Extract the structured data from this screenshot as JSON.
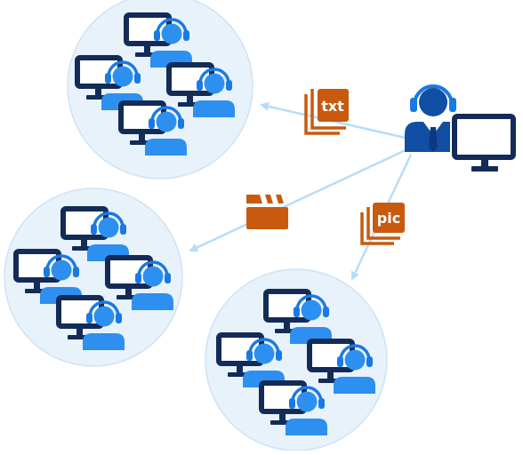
{
  "colors": {
    "background": "#ffffff",
    "group_fill": "#e8f2fb",
    "group_stroke": "#cfe3f4",
    "monitor_dark": "#132b57",
    "agent_blue": "#2d8ff0",
    "headset_blue": "#1a79e3",
    "agent_dark": "#104fa3",
    "badge_orange": "#c85a10",
    "arrow": "#b9dcf6"
  },
  "presenter": {
    "icon": "support-agent-with-monitor-icon"
  },
  "messages": [
    {
      "icon": "text-file-stack-icon",
      "label": "txt"
    },
    {
      "icon": "video-clapperboard-icon",
      "label": ""
    },
    {
      "icon": "picture-file-stack-icon",
      "label": "pic"
    }
  ],
  "groups": [
    {
      "name": "agent-group-top",
      "icon": "agent-workstation-icon",
      "workstations": 4
    },
    {
      "name": "agent-group-left",
      "icon": "agent-workstation-icon",
      "workstations": 4
    },
    {
      "name": "agent-group-bottom",
      "icon": "agent-workstation-icon",
      "workstations": 4
    }
  ]
}
